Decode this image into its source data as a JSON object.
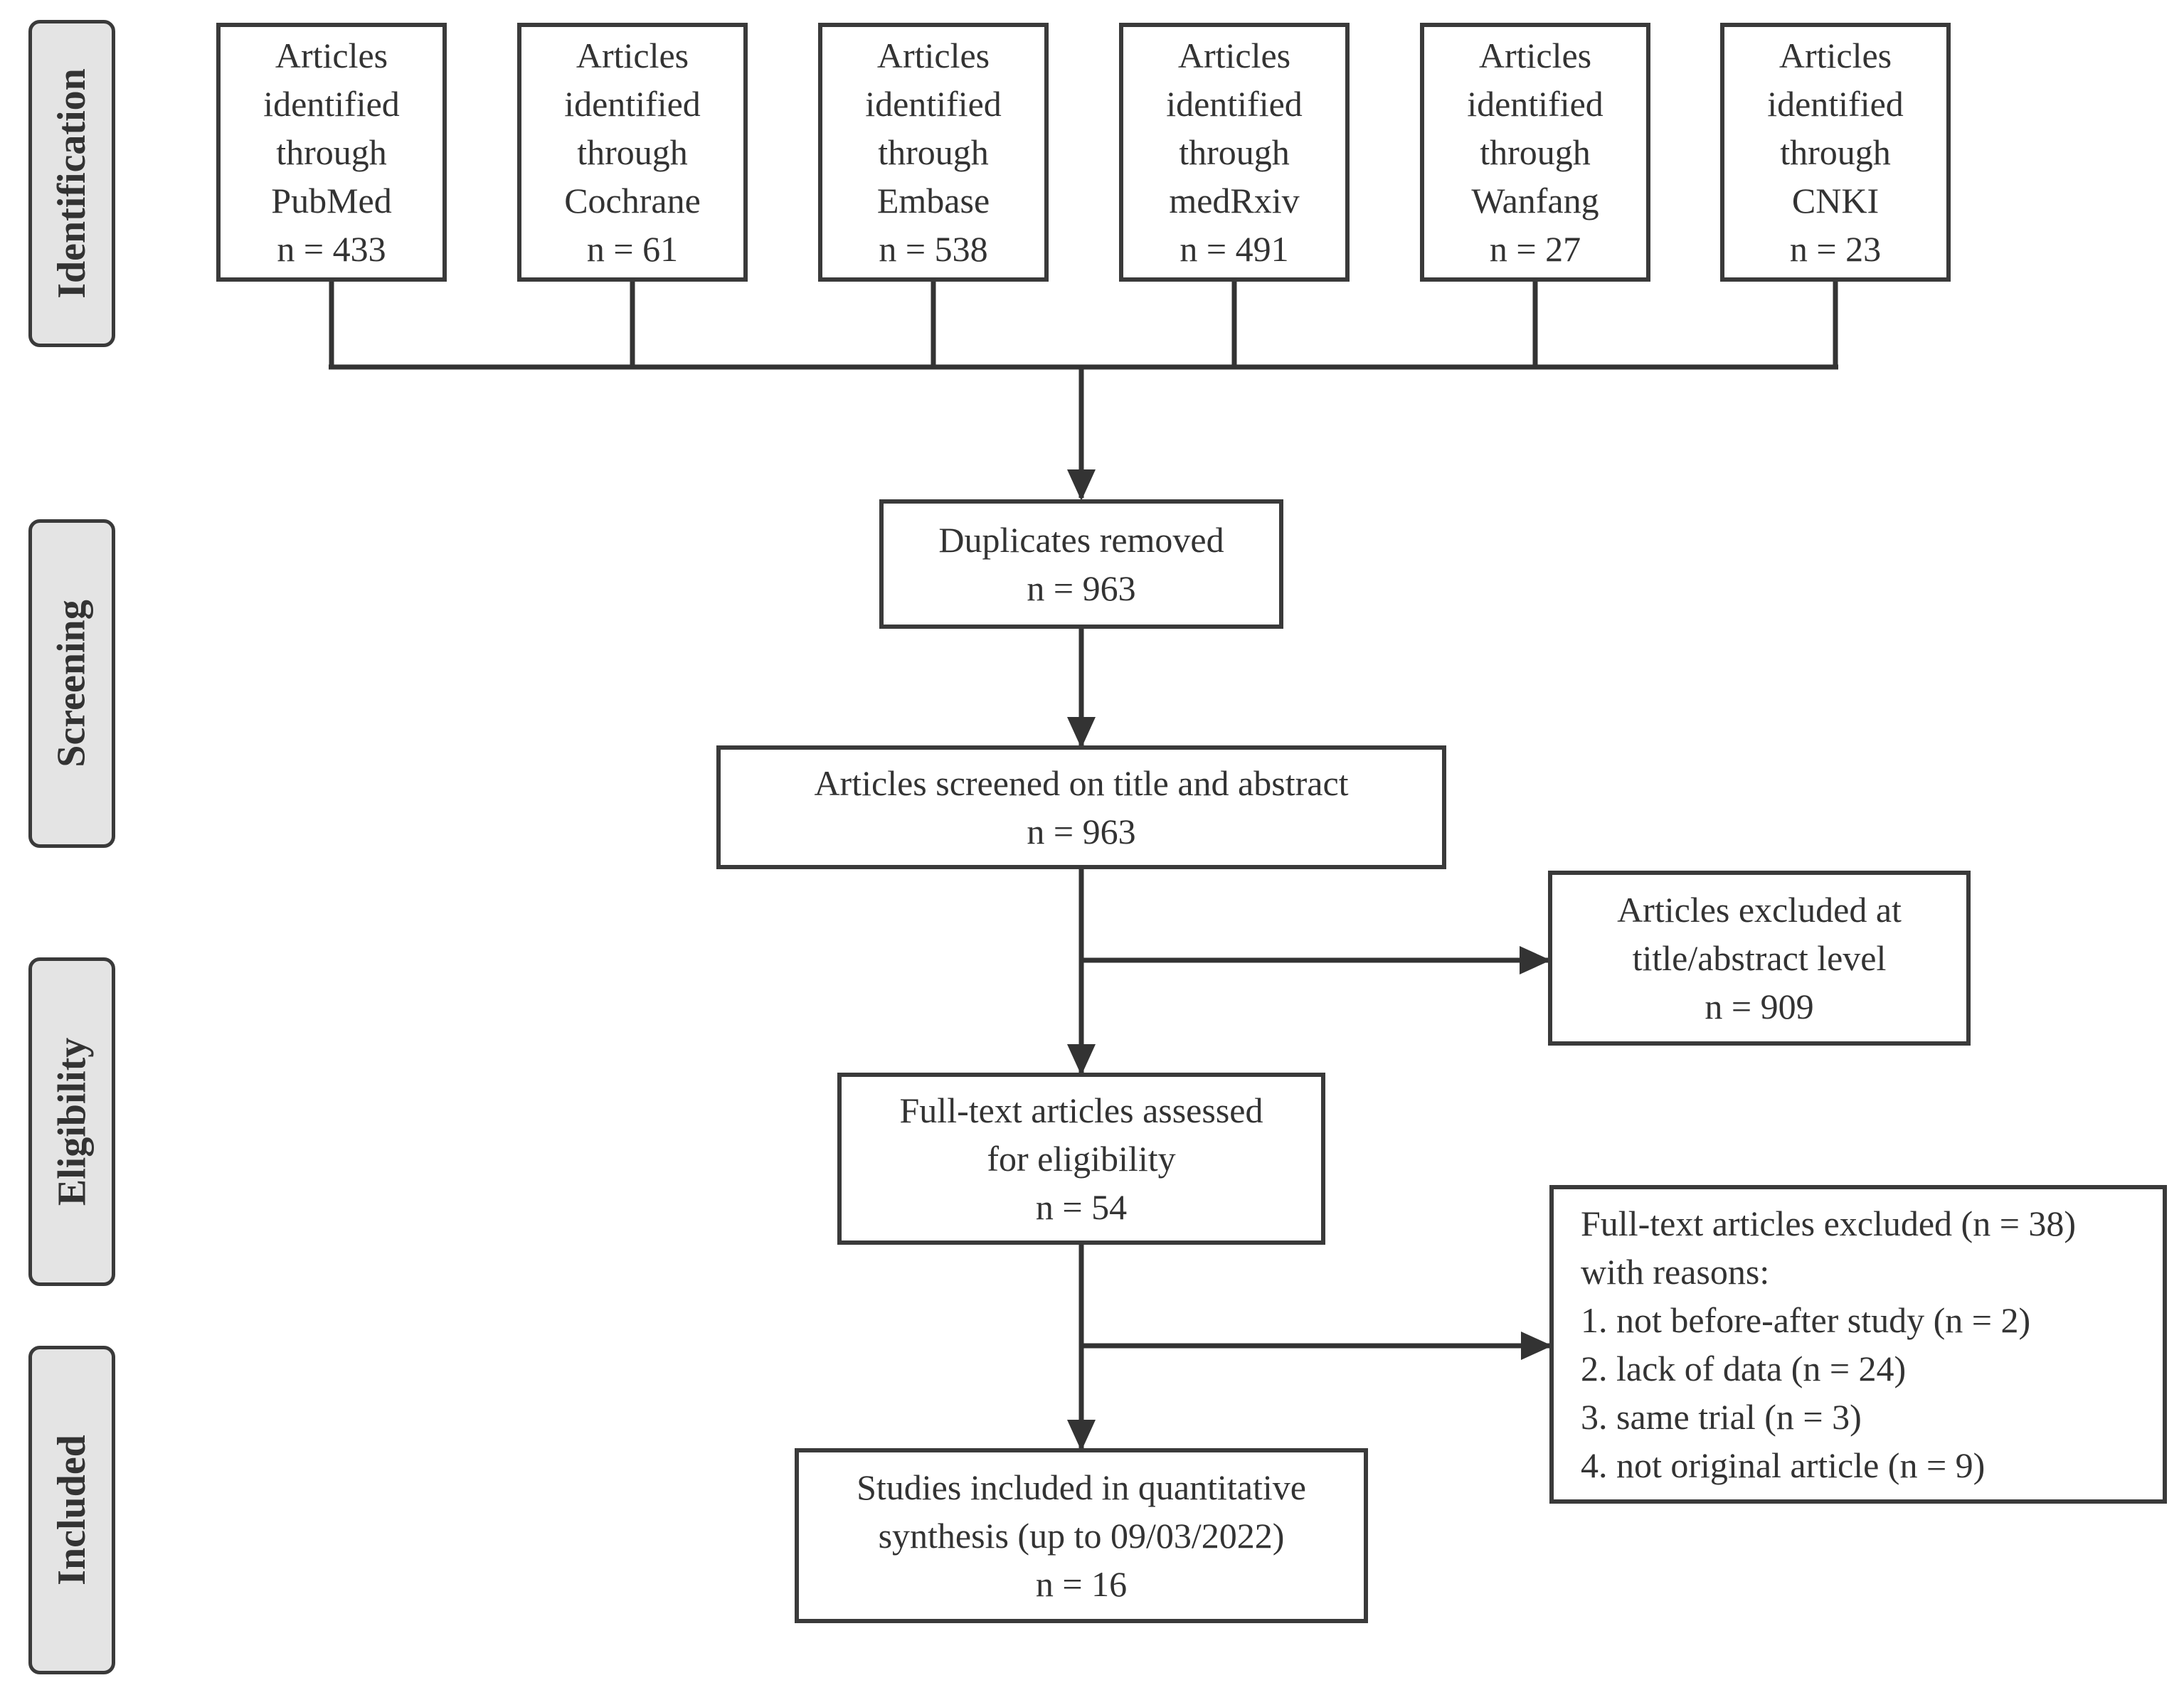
{
  "stages": [
    "Identification",
    "Screening",
    "Eligibility",
    "Included"
  ],
  "sources": [
    {
      "lines": [
        "Articles",
        "identified",
        "through",
        "PubMed",
        "n = 433"
      ]
    },
    {
      "lines": [
        "Articles",
        "identified",
        "through",
        "Cochrane",
        "n = 61"
      ]
    },
    {
      "lines": [
        "Articles",
        "identified",
        "through",
        "Embase",
        "n = 538"
      ]
    },
    {
      "lines": [
        "Articles",
        "identified",
        "through",
        "medRxiv",
        "n = 491"
      ]
    },
    {
      "lines": [
        "Articles",
        "identified",
        "through",
        "Wanfang",
        "n = 27"
      ]
    },
    {
      "lines": [
        "Articles",
        "identified",
        "through",
        "CNKI",
        "n = 23"
      ]
    }
  ],
  "duplicates": {
    "lines": [
      "Duplicates removed",
      "n = 963"
    ]
  },
  "screened": {
    "lines": [
      "Articles screened on title and abstract",
      "n = 963"
    ]
  },
  "excluded_title": {
    "lines": [
      "Articles excluded at",
      "title/abstract level",
      "n = 909"
    ]
  },
  "fulltext": {
    "lines": [
      "Full-text articles assessed",
      "for eligibility",
      "n = 54"
    ]
  },
  "excluded_fulltext": {
    "lines": [
      "Full-text articles excluded (n = 38)",
      "with reasons:",
      "1. not before-after study (n = 2)",
      "2. lack of data (n = 24)",
      "3. same trial (n = 3)",
      "4. not original article (n = 9)"
    ]
  },
  "included": {
    "lines": [
      "Studies included in quantitative",
      "synthesis (up to 09/03/2022)",
      "n = 16"
    ]
  }
}
